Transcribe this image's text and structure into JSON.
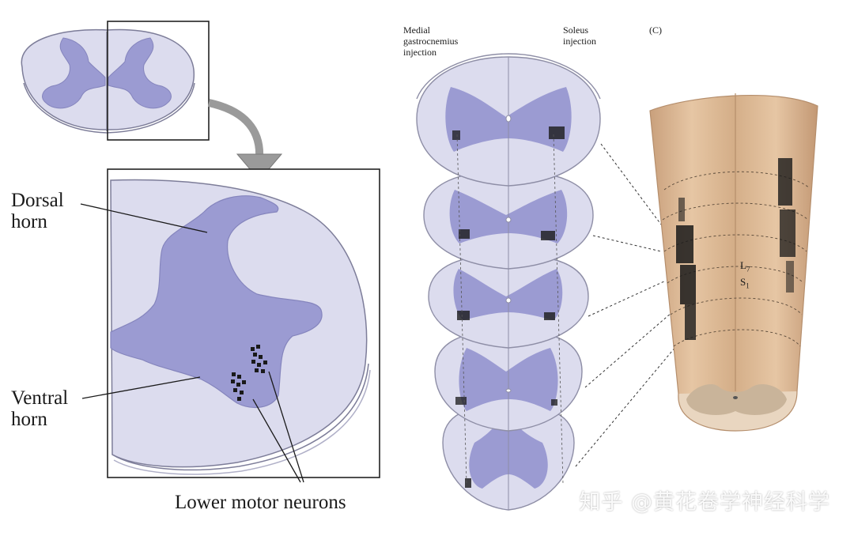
{
  "labels": {
    "dorsal_horn_line1": "Dorsal",
    "dorsal_horn_line2": "horn",
    "ventral_horn_line1": "Ventral",
    "ventral_horn_line2": "horn",
    "lower_motor_neurons": "Lower motor neurons",
    "medial_gastrocnemius_line1": "Medial",
    "medial_gastrocnemius_line2": "gastrocnemius",
    "medial_gastrocnemius_line3": "injection",
    "soleus_line1": "Soleus",
    "soleus_line2": "injection",
    "panel_c": "(C)",
    "segment_l": "L",
    "segment_l_sub": "7",
    "segment_s": "S",
    "segment_s_sub": "1"
  },
  "watermark": "知乎 @黄花卷学神经科学",
  "colors": {
    "gray_matter": "#9b9bd2",
    "white_matter": "#dcdcee",
    "cord_outline": "#8e8ea6",
    "cord_surface": "#e3c3a0",
    "neuron_marks": "#1a1a1a"
  }
}
